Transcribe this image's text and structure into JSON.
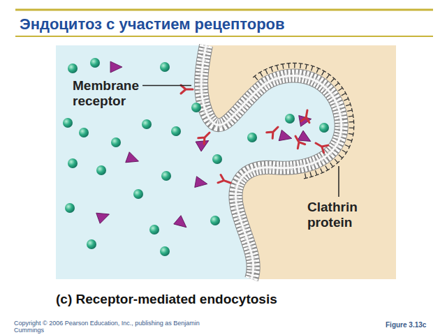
{
  "diagram": {
    "title": "Эндоцитоз с участием рецепторов",
    "caption": "(c) Receptor-mediated endocytosis",
    "labels": [
      "Membrane receptor",
      "Clathrin protein",
      "Copyright © 2006 Pearson Education, Inc., publishing as Benjamin Cummings",
      "Figure 3.13c"
    ]
  }
}
